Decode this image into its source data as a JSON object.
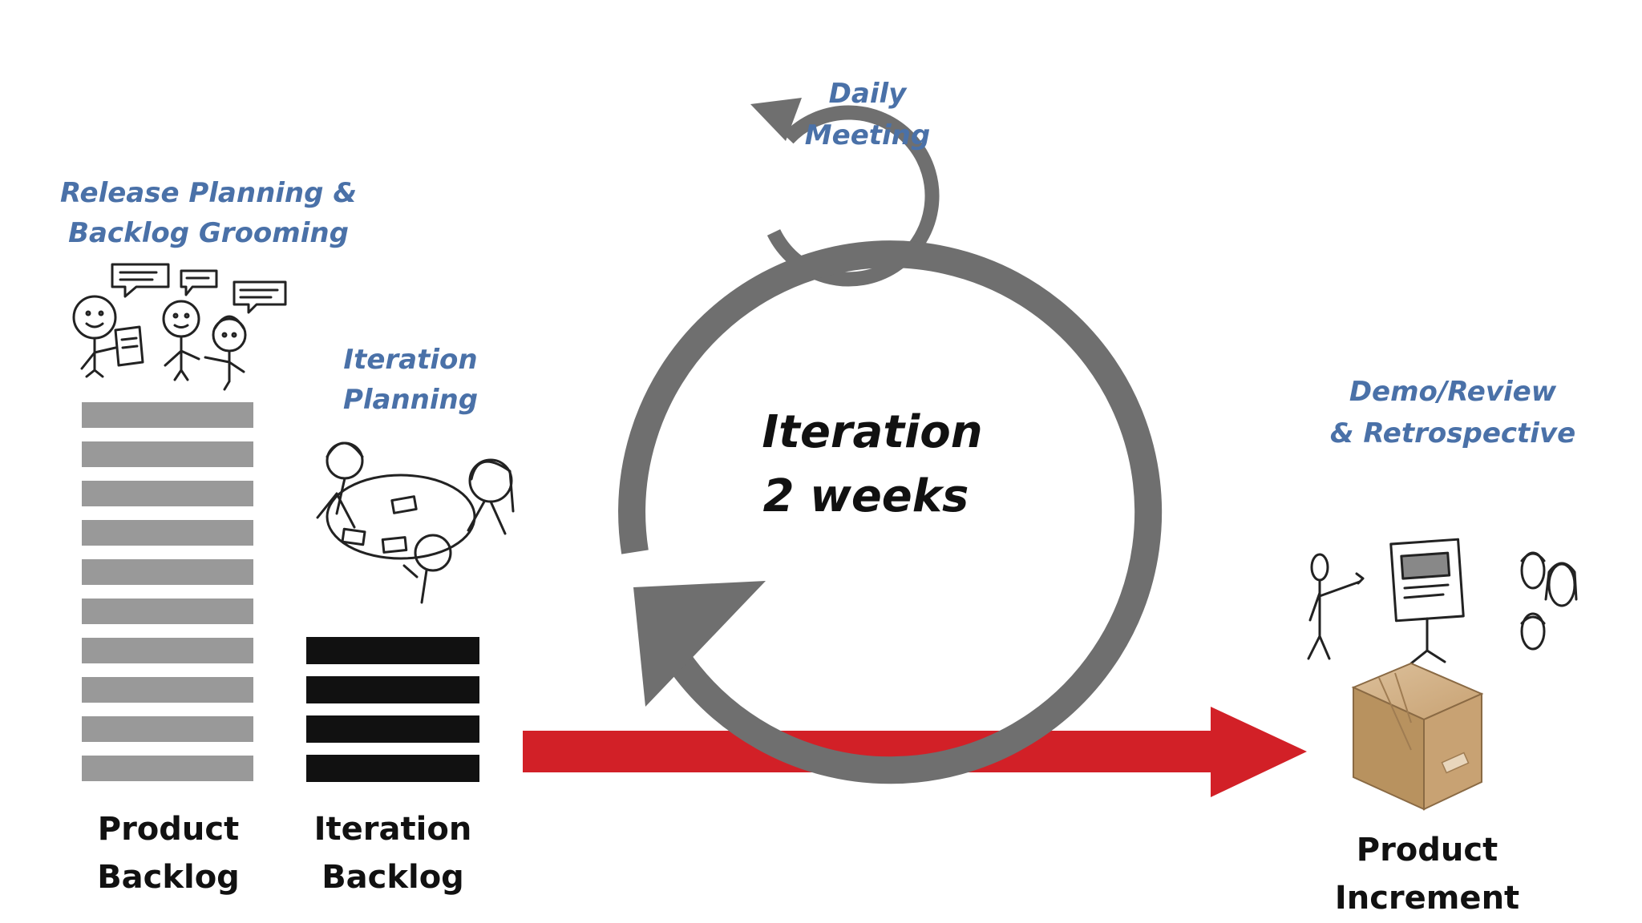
{
  "labels": {
    "release_planning_1": "Release Planning &",
    "release_planning_2": "Backlog Grooming",
    "iteration_planning_1": "Iteration",
    "iteration_planning_2": "Planning",
    "daily_meeting_1": "Daily",
    "daily_meeting_2": "Meeting",
    "iteration_title": "Iteration",
    "iteration_duration": "2 weeks",
    "demo_review_1": "Demo/Review",
    "demo_review_2": "&  Retrospective",
    "product_backlog_1": "Product",
    "product_backlog_2": "Backlog",
    "iteration_backlog_1": "Iteration",
    "iteration_backlog_2": "Backlog",
    "product_increment_1": "Product",
    "product_increment_2": "Increment"
  },
  "backlogs": {
    "product_backlog_bar_count": 10,
    "iteration_backlog_bar_count": 4
  },
  "colors": {
    "label_blue": "#4a71a8",
    "cycle_gray": "#6f6f6f",
    "product_backlog_gray": "#999999",
    "iteration_backlog_black": "#111111",
    "flow_arrow_red": "#d22027",
    "box_tan": "#c8a273"
  },
  "icons": {
    "team_discussion": "people-discussion-icon",
    "planning_meeting": "planning-meeting-icon",
    "demo_presentation": "presentation-icon",
    "increment_box": "cardboard-box-icon"
  }
}
